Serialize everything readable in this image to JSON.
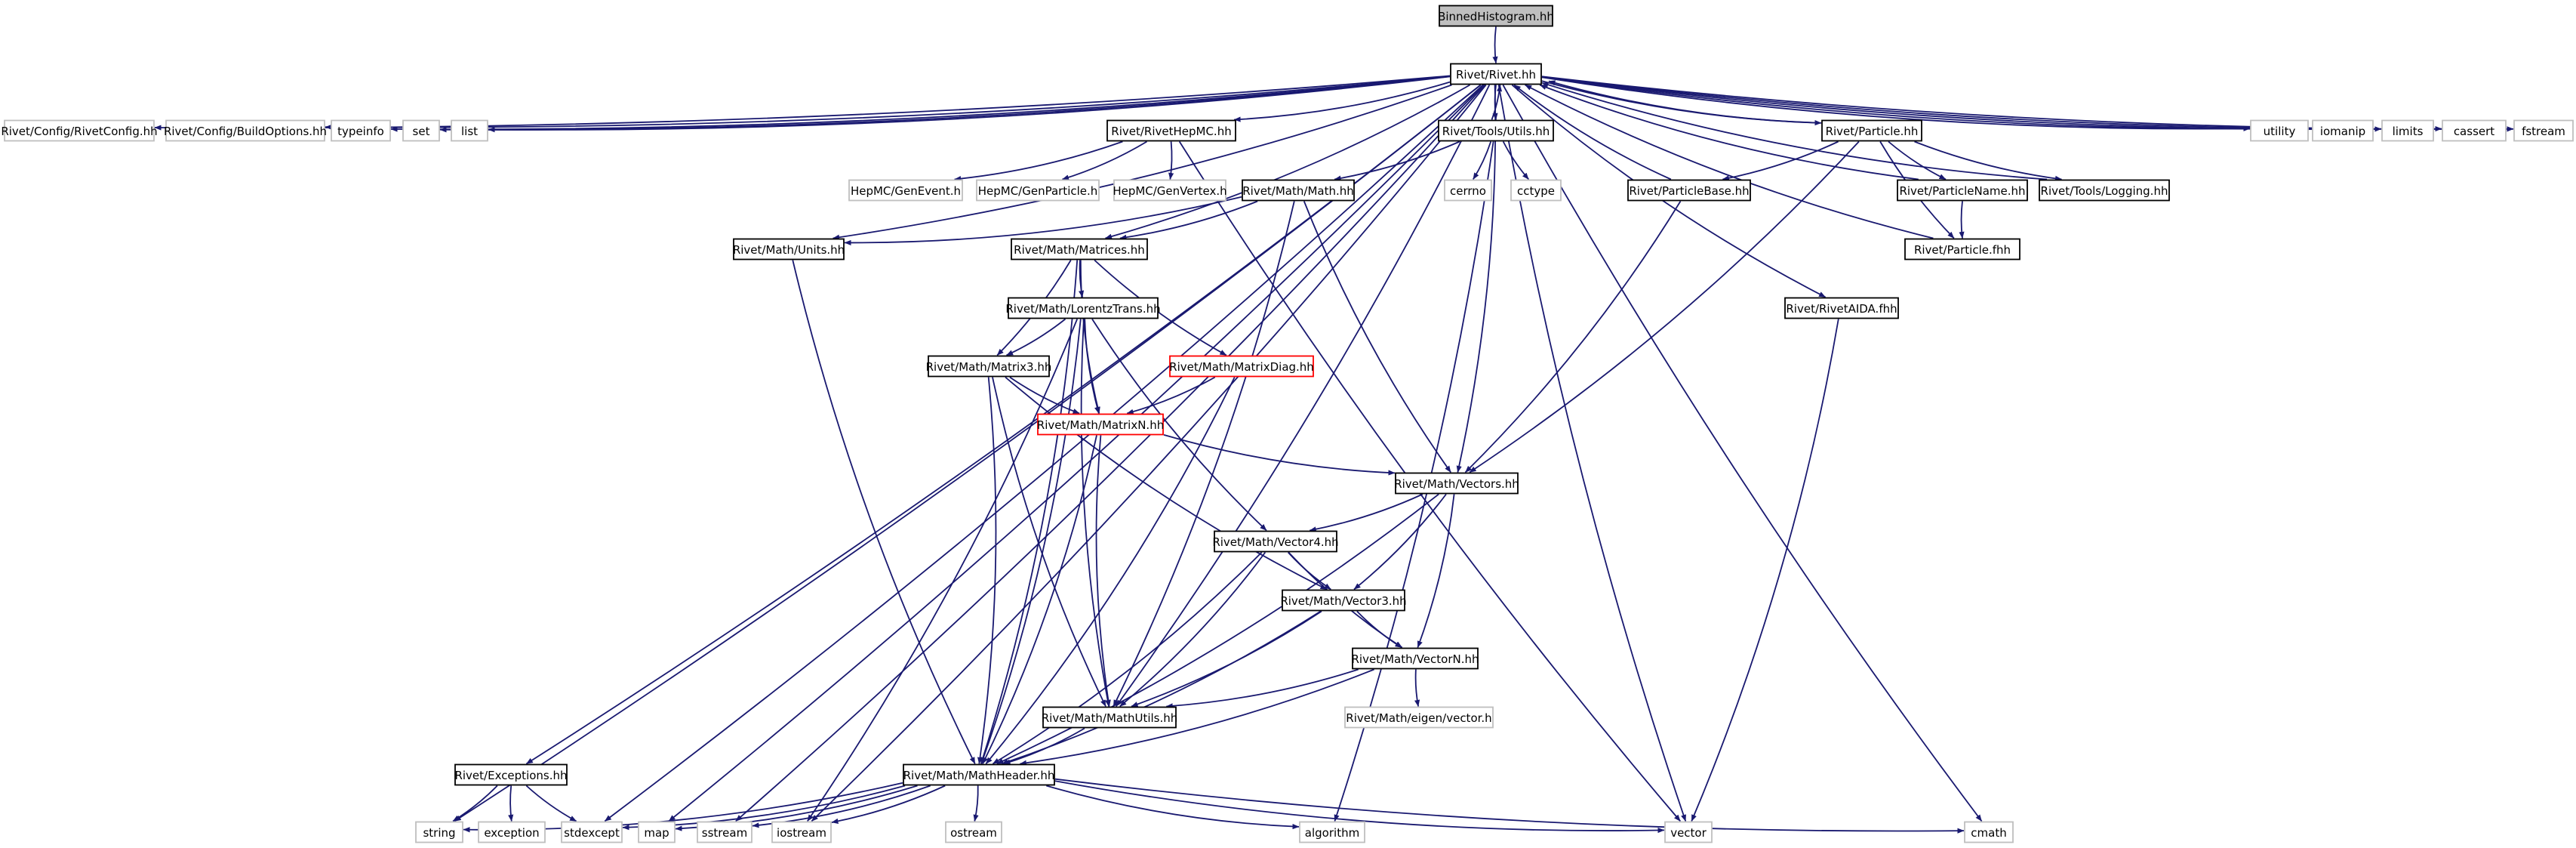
{
  "nodes": [
    {
      "id": "binned",
      "label": "BinnedHistogram.hh",
      "style": "root"
    },
    {
      "id": "rivet",
      "label": "Rivet/Rivet.hh",
      "style": "local"
    },
    {
      "id": "rivetconfig",
      "label": "Rivet/Config/RivetConfig.hh",
      "style": "external"
    },
    {
      "id": "buildoptions",
      "label": "Rivet/Config/BuildOptions.hh",
      "style": "external"
    },
    {
      "id": "typeinfo",
      "label": "typeinfo",
      "style": "external"
    },
    {
      "id": "set",
      "label": "set",
      "style": "external"
    },
    {
      "id": "list",
      "label": "list",
      "style": "external"
    },
    {
      "id": "utility",
      "label": "utility",
      "style": "external"
    },
    {
      "id": "iomanip",
      "label": "iomanip",
      "style": "external"
    },
    {
      "id": "limits",
      "label": "limits",
      "style": "external"
    },
    {
      "id": "cassert",
      "label": "cassert",
      "style": "external"
    },
    {
      "id": "fstream",
      "label": "fstream",
      "style": "external"
    },
    {
      "id": "rivethepmc",
      "label": "Rivet/RivetHepMC.hh",
      "style": "local"
    },
    {
      "id": "genevent",
      "label": "HepMC/GenEvent.h",
      "style": "external"
    },
    {
      "id": "genparticle",
      "label": "HepMC/GenParticle.h",
      "style": "external"
    },
    {
      "id": "genvertex",
      "label": "HepMC/GenVertex.h",
      "style": "external"
    },
    {
      "id": "toolsutils",
      "label": "Rivet/Tools/Utils.hh",
      "style": "local"
    },
    {
      "id": "cerrno",
      "label": "cerrno",
      "style": "external"
    },
    {
      "id": "cctype",
      "label": "cctype",
      "style": "external"
    },
    {
      "id": "particle",
      "label": "Rivet/Particle.hh",
      "style": "local"
    },
    {
      "id": "particlebase",
      "label": "Rivet/ParticleBase.hh",
      "style": "local"
    },
    {
      "id": "particlename",
      "label": "Rivet/ParticleName.hh",
      "style": "local"
    },
    {
      "id": "logging",
      "label": "Rivet/Tools/Logging.hh",
      "style": "local"
    },
    {
      "id": "particlefhh",
      "label": "Rivet/Particle.fhh",
      "style": "local"
    },
    {
      "id": "mathmath",
      "label": "Rivet/Math/Math.hh",
      "style": "local"
    },
    {
      "id": "units",
      "label": "Rivet/Math/Units.hh",
      "style": "local"
    },
    {
      "id": "matrices",
      "label": "Rivet/Math/Matrices.hh",
      "style": "local"
    },
    {
      "id": "rivetaida",
      "label": "Rivet/RivetAIDA.fhh",
      "style": "local"
    },
    {
      "id": "lorentz",
      "label": "Rivet/Math/LorentzTrans.hh",
      "style": "local"
    },
    {
      "id": "matrixdiag",
      "label": "Rivet/Math/MatrixDiag.hh",
      "style": "incomplete"
    },
    {
      "id": "matrix3",
      "label": "Rivet/Math/Matrix3.hh",
      "style": "local"
    },
    {
      "id": "matrixn",
      "label": "Rivet/Math/MatrixN.hh",
      "style": "incomplete"
    },
    {
      "id": "vectors",
      "label": "Rivet/Math/Vectors.hh",
      "style": "local"
    },
    {
      "id": "vector4",
      "label": "Rivet/Math/Vector4.hh",
      "style": "local"
    },
    {
      "id": "vector3",
      "label": "Rivet/Math/Vector3.hh",
      "style": "local"
    },
    {
      "id": "vectorn",
      "label": "Rivet/Math/VectorN.hh",
      "style": "local"
    },
    {
      "id": "eigenvector",
      "label": "Rivet/Math/eigen/vector.h",
      "style": "external"
    },
    {
      "id": "mathutils",
      "label": "Rivet/Math/MathUtils.hh",
      "style": "local"
    },
    {
      "id": "exceptions",
      "label": "Rivet/Exceptions.hh",
      "style": "local"
    },
    {
      "id": "mathheader",
      "label": "Rivet/Math/MathHeader.hh",
      "style": "local"
    },
    {
      "id": "string",
      "label": "string",
      "style": "external"
    },
    {
      "id": "exception",
      "label": "exception",
      "style": "external"
    },
    {
      "id": "stdexcept",
      "label": "stdexcept",
      "style": "external"
    },
    {
      "id": "map",
      "label": "map",
      "style": "external"
    },
    {
      "id": "sstream",
      "label": "sstream",
      "style": "external"
    },
    {
      "id": "iostream",
      "label": "iostream",
      "style": "external"
    },
    {
      "id": "ostream",
      "label": "ostream",
      "style": "external"
    },
    {
      "id": "algorithm",
      "label": "algorithm",
      "style": "external"
    },
    {
      "id": "vector",
      "label": "vector",
      "style": "external"
    },
    {
      "id": "cmath",
      "label": "cmath",
      "style": "external"
    }
  ],
  "edges": [
    [
      "binned",
      "rivet"
    ],
    [
      "rivet",
      "rivetconfig"
    ],
    [
      "rivet",
      "buildoptions"
    ],
    [
      "rivet",
      "typeinfo"
    ],
    [
      "rivet",
      "set"
    ],
    [
      "rivet",
      "list"
    ],
    [
      "rivet",
      "utility"
    ],
    [
      "rivet",
      "iomanip"
    ],
    [
      "rivet",
      "limits"
    ],
    [
      "rivet",
      "cassert"
    ],
    [
      "rivet",
      "fstream"
    ],
    [
      "rivet",
      "rivethepmc"
    ],
    [
      "rivet",
      "toolsutils"
    ],
    [
      "rivet",
      "particle"
    ],
    [
      "rivet",
      "rivetaida"
    ],
    [
      "rivet",
      "exceptions"
    ],
    [
      "rivet",
      "units"
    ],
    [
      "rivet",
      "matrices"
    ],
    [
      "rivet",
      "vectors"
    ],
    [
      "rivet",
      "mathutils"
    ],
    [
      "rivet",
      "string"
    ],
    [
      "rivet",
      "stdexcept"
    ],
    [
      "rivet",
      "map"
    ],
    [
      "rivet",
      "sstream"
    ],
    [
      "rivet",
      "iostream"
    ],
    [
      "rivet",
      "vector"
    ],
    [
      "rivet",
      "cmath"
    ],
    [
      "rivethepmc",
      "genevent"
    ],
    [
      "rivethepmc",
      "genparticle"
    ],
    [
      "rivethepmc",
      "genvertex"
    ],
    [
      "rivethepmc",
      "vector"
    ],
    [
      "toolsutils",
      "rivet"
    ],
    [
      "toolsutils",
      "cerrno"
    ],
    [
      "toolsutils",
      "cctype"
    ],
    [
      "toolsutils",
      "mathmath"
    ],
    [
      "toolsutils",
      "algorithm"
    ],
    [
      "particle",
      "rivet"
    ],
    [
      "particle",
      "particlebase"
    ],
    [
      "particle",
      "particlename"
    ],
    [
      "particle",
      "logging"
    ],
    [
      "particle",
      "particlefhh"
    ],
    [
      "particle",
      "vectors"
    ],
    [
      "particlebase",
      "rivet"
    ],
    [
      "particlebase",
      "vectors"
    ],
    [
      "particlename",
      "rivet"
    ],
    [
      "particlename",
      "particlefhh"
    ],
    [
      "logging",
      "rivet"
    ],
    [
      "particlefhh",
      "rivet"
    ],
    [
      "rivetaida",
      "vector"
    ],
    [
      "mathmath",
      "units"
    ],
    [
      "mathmath",
      "matrices"
    ],
    [
      "mathmath",
      "vectors"
    ],
    [
      "mathmath",
      "mathutils"
    ],
    [
      "units",
      "mathheader"
    ],
    [
      "matrices",
      "lorentz"
    ],
    [
      "matrices",
      "matrixdiag"
    ],
    [
      "matrices",
      "matrix3"
    ],
    [
      "matrices",
      "matrixn"
    ],
    [
      "matrices",
      "mathheader"
    ],
    [
      "lorentz",
      "matrix3"
    ],
    [
      "lorentz",
      "matrixn"
    ],
    [
      "lorentz",
      "vector4"
    ],
    [
      "lorentz",
      "mathutils"
    ],
    [
      "lorentz",
      "mathheader"
    ],
    [
      "lorentz",
      "iostream"
    ],
    [
      "matrixdiag",
      "matrixn"
    ],
    [
      "matrixdiag",
      "mathheader"
    ],
    [
      "matrix3",
      "matrixn"
    ],
    [
      "matrix3",
      "vector3"
    ],
    [
      "matrix3",
      "mathutils"
    ],
    [
      "matrix3",
      "mathheader"
    ],
    [
      "matrixn",
      "vectors"
    ],
    [
      "matrixn",
      "mathutils"
    ],
    [
      "matrixn",
      "mathheader"
    ],
    [
      "vectors",
      "vector4"
    ],
    [
      "vectors",
      "vector3"
    ],
    [
      "vectors",
      "vectorn"
    ],
    [
      "vectors",
      "mathheader"
    ],
    [
      "vector4",
      "vector3"
    ],
    [
      "vector4",
      "vectorn"
    ],
    [
      "vector4",
      "mathutils"
    ],
    [
      "vector4",
      "mathheader"
    ],
    [
      "vector3",
      "vectorn"
    ],
    [
      "vector3",
      "mathutils"
    ],
    [
      "vector3",
      "mathheader"
    ],
    [
      "vectorn",
      "eigenvector"
    ],
    [
      "vectorn",
      "mathutils"
    ],
    [
      "vectorn",
      "mathheader"
    ],
    [
      "mathutils",
      "mathheader"
    ],
    [
      "exceptions",
      "string"
    ],
    [
      "exceptions",
      "exception"
    ],
    [
      "exceptions",
      "stdexcept"
    ],
    [
      "mathheader",
      "string"
    ],
    [
      "mathheader",
      "stdexcept"
    ],
    [
      "mathheader",
      "map"
    ],
    [
      "mathheader",
      "sstream"
    ],
    [
      "mathheader",
      "iostream"
    ],
    [
      "mathheader",
      "ostream"
    ],
    [
      "mathheader",
      "algorithm"
    ],
    [
      "mathheader",
      "vector"
    ],
    [
      "mathheader",
      "cmath"
    ]
  ],
  "colors": {
    "edge": "#191970",
    "local_border": "#000000",
    "external_border": "#bfbfbf",
    "incomplete_border": "#ff0000",
    "root_fill": "#bfbfbf"
  }
}
